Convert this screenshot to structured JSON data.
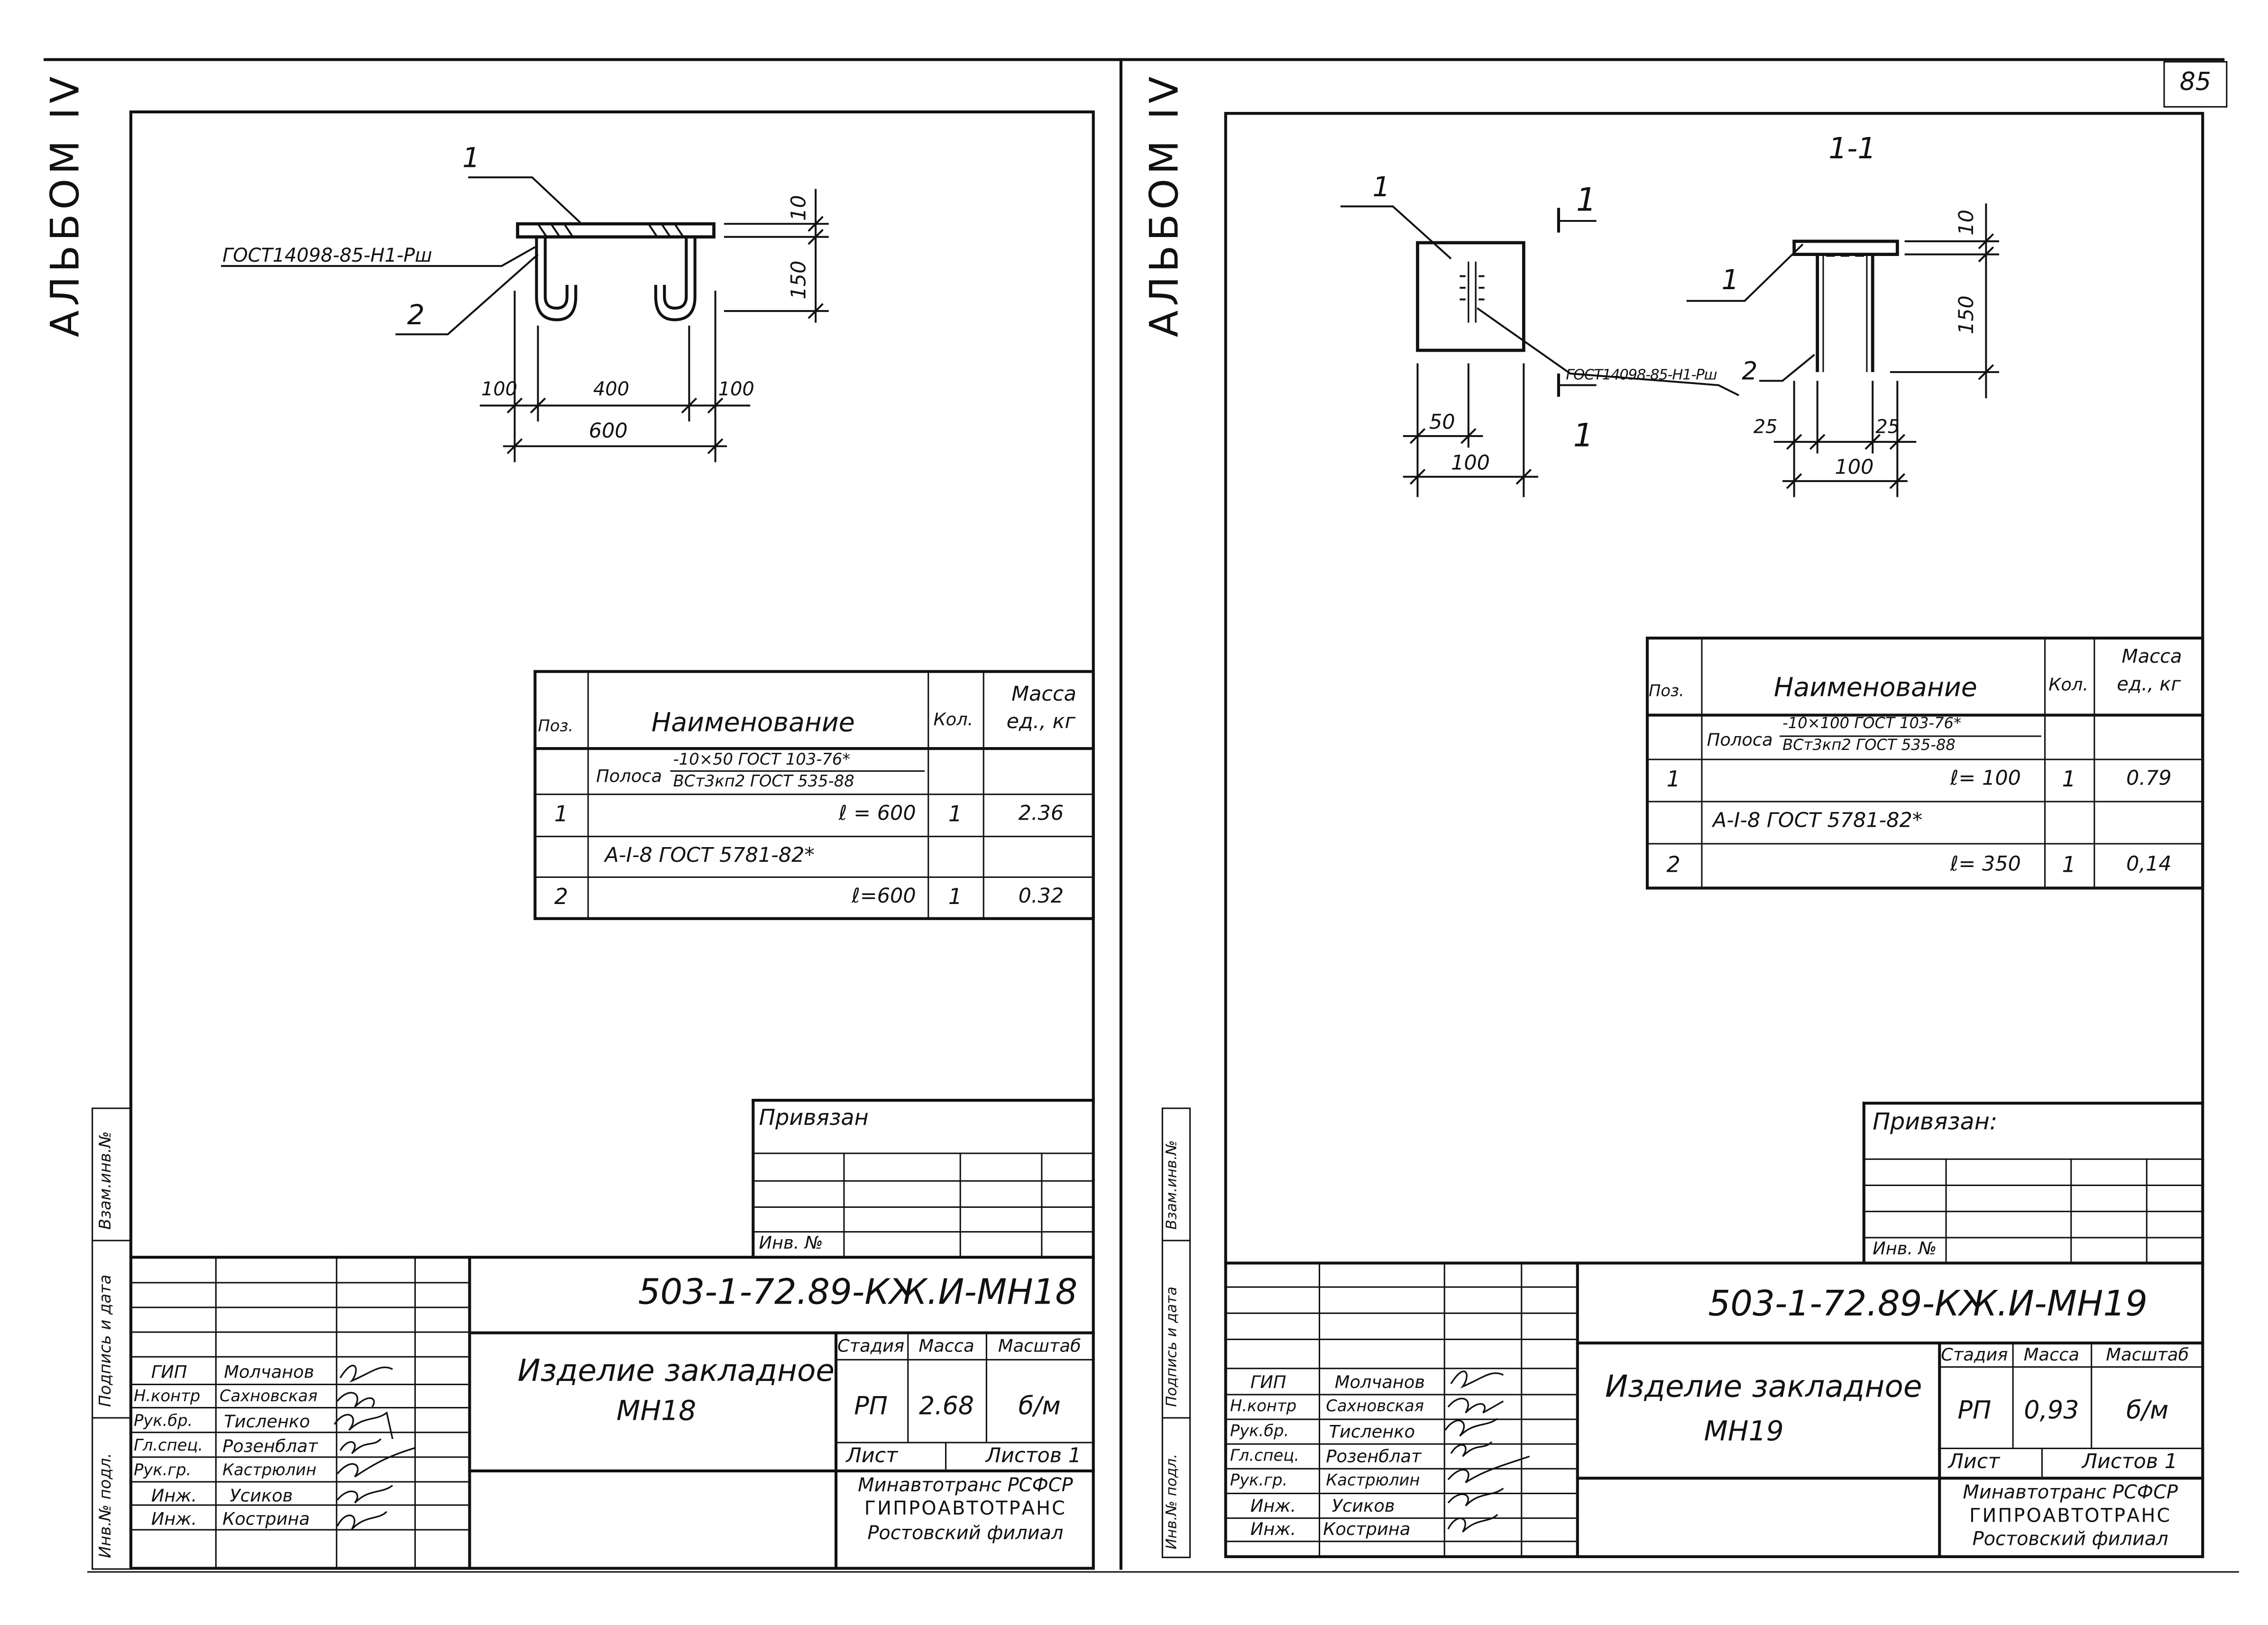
{
  "page": {
    "number": "85"
  },
  "sheets": [
    {
      "album": "АЛЬБОМ IV",
      "side_labels": [
        "Инв.№ подл.",
        "Подпись и дата",
        "Взам.инв.№"
      ],
      "drawing": {
        "pos1": "1",
        "pos2": "2",
        "weld": "ГОСТ14098-85-Н1-Рш",
        "dims": [
          "10",
          "150",
          "100",
          "400",
          "100",
          "600"
        ]
      },
      "spec": {
        "headers": [
          "Поз.",
          "Наименование",
          "Кол.",
          "Масса ед., кг"
        ],
        "mass_header_top": "Масса",
        "mass_header_bottom": "ед., кг",
        "strip_label": "Полоса",
        "strip_top": "-10×50 ГОСТ 103-76*",
        "strip_bottom": "ВСт3кп2 ГОСТ 535-88",
        "rows": [
          {
            "pos": "1",
            "name": "ℓ = 600",
            "qty": "1",
            "mass": "2.36"
          },
          {
            "pos": "",
            "name": "A-I-8  ГОСТ 5781-82*",
            "qty": "",
            "mass": ""
          },
          {
            "pos": "2",
            "name": "ℓ=600",
            "qty": "1",
            "mass": "0.32"
          }
        ]
      },
      "binding": {
        "title": "Привязан",
        "inv": "Инв. №"
      },
      "stamp": {
        "code": "503-1-72.89-КЖ.И-МН18",
        "title_line1": "Изделие закладное",
        "title_line2": "МН18",
        "stage_header": "Стадия",
        "mass_header": "Масса",
        "scale_header": "Масштаб",
        "stage": "РП",
        "mass": "2.68",
        "scale": "б/м",
        "sheet_label": "Лист",
        "sheets_label": "Листов 1",
        "org_line1": "Минавтотранс РСФСР",
        "org_line2": "ГИПРОАВТОТРАНС",
        "org_line3": "Ростовский филиал",
        "people": [
          {
            "role": "ГИП",
            "name": "Молчанов"
          },
          {
            "role": "Н.контр",
            "name": "Сахновская"
          },
          {
            "role": "Рук.бр.",
            "name": "Тисленко"
          },
          {
            "role": "Гл.спец.",
            "name": "Розенблат"
          },
          {
            "role": "Рук.гр.",
            "name": "Кастрюлин"
          },
          {
            "role": "Инж.",
            "name": "Усиков"
          },
          {
            "role": "Инж.",
            "name": "Кострина"
          }
        ]
      }
    },
    {
      "album": "АЛЬБОМ IV",
      "side_labels": [
        "Инв.№ подл.",
        "Подпись и дата",
        "Взам.инв.№"
      ],
      "drawing": {
        "section_title": "1-1",
        "section_mark": "1",
        "pos1": "1",
        "pos2": "2",
        "weld": "ГОСТ14098-85-Н1-Рш",
        "dims_plan": [
          "50",
          "100"
        ],
        "dims_section": [
          "10",
          "150",
          "25",
          "25",
          "100"
        ]
      },
      "spec": {
        "headers": [
          "Поз.",
          "Наименование",
          "Кол.",
          "Масса ед., кг"
        ],
        "mass_header_top": "Масса",
        "mass_header_bottom": "ед., кг",
        "strip_label": "Полоса",
        "strip_top": "-10×100 ГОСТ 103-76*",
        "strip_bottom": "ВСт3кп2 ГОСТ 535-88",
        "rows": [
          {
            "pos": "1",
            "name": "ℓ= 100",
            "qty": "1",
            "mass": "0.79"
          },
          {
            "pos": "",
            "name": "A-I-8  ГОСТ 5781-82*",
            "qty": "",
            "mass": ""
          },
          {
            "pos": "2",
            "name": "ℓ= 350",
            "qty": "1",
            "mass": "0,14"
          }
        ]
      },
      "binding": {
        "title": "Привязан:",
        "inv": "Инв. №"
      },
      "stamp": {
        "code": "503-1-72.89-КЖ.И-МН19",
        "title_line1": "Изделие закладное",
        "title_line2": "МН19",
        "stage_header": "Стадия",
        "mass_header": "Масса",
        "scale_header": "Масштаб",
        "stage": "РП",
        "mass": "0,93",
        "scale": "б/м",
        "sheet_label": "Лист",
        "sheets_label": "Листов 1",
        "org_line1": "Минавтотранс РСФСР",
        "org_line2": "ГИПРОАВТОТРАНС",
        "org_line3": "Ростовский филиал",
        "people": [
          {
            "role": "ГИП",
            "name": "Молчанов"
          },
          {
            "role": "Н.контр",
            "name": "Сахновская"
          },
          {
            "role": "Рук.бр.",
            "name": "Тисленко"
          },
          {
            "role": "Гл.спец.",
            "name": "Розенблат"
          },
          {
            "role": "Рук.гр.",
            "name": "Кастрюлин"
          },
          {
            "role": "Инж.",
            "name": "Усиков"
          },
          {
            "role": "Инж.",
            "name": "Кострина"
          }
        ]
      }
    }
  ]
}
